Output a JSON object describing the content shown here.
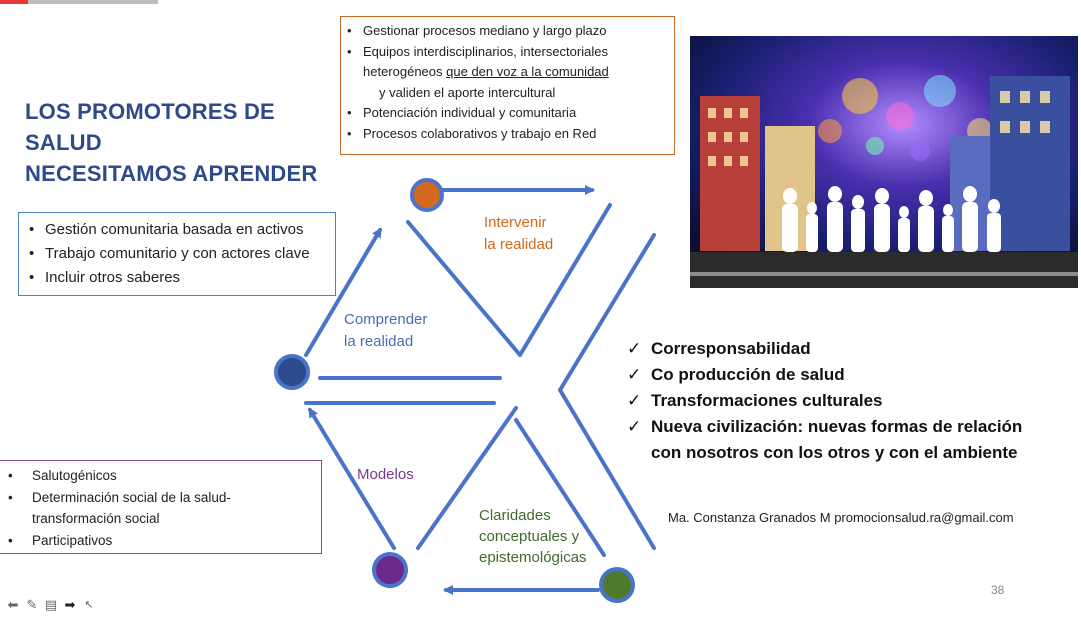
{
  "progress": {
    "fraction": 0.18,
    "colors": {
      "fill": "#e53935",
      "track": "#bdbdbd"
    }
  },
  "title": {
    "line1": "LOS PROMOTORES DE SALUD",
    "line2": "NECESITAMOS APRENDER",
    "color": "#2e4a8b"
  },
  "top_box": {
    "items": [
      "Gestionar procesos mediano y largo plazo",
      "Equipos interdisciplinarios, intersectoriales",
      "heterogéneos",
      "que den voz a la comunidad",
      "y validen el aporte intercultural",
      "Potenciación individual y comunitaria",
      "Procesos colaborativos y trabajo en Red"
    ]
  },
  "left_box": {
    "items": [
      "Gestión comunitaria basada en activos",
      "Trabajo comunitario y con actores clave",
      "Incluir otros saberes"
    ]
  },
  "bottom_box": {
    "items": [
      "Salutogénicos",
      "Determinación social de la salud-",
      "transformación social",
      "Participativos"
    ]
  },
  "cycle": {
    "intervene": {
      "line1": "Intervenir",
      "line2": "la realidad",
      "color": "#d2691e"
    },
    "understand": {
      "line1": "Comprender",
      "line2": "la realidad",
      "color": "#4a6cb3"
    },
    "models": {
      "label": "Modelos",
      "color": "#7a3a8a"
    },
    "clarity": {
      "line1": "Claridades",
      "line2": "conceptuales y",
      "line3": "epistemológicas",
      "color": "#3d6b2a"
    },
    "node_colors": {
      "top": "#d2691e",
      "left": "#2e4a8b",
      "bottom": "#6a2a8a",
      "right": "#4e7a2e"
    },
    "line_color": "#4a74c9"
  },
  "checks": {
    "mark": "✓",
    "items": [
      "Corresponsabilidad",
      "Co producción de salud",
      "Transformaciones culturales",
      "Nueva civilización: nuevas formas de relación",
      "con nosotros con los otros y con el ambiente"
    ]
  },
  "credit": "Ma. Constanza Granados M promocionsalud.ra@gmail.com",
  "slide_number": "38",
  "toolbar": [
    "back-arrow-icon",
    "pen-icon",
    "notes-icon",
    "forward-arrow-icon",
    "cursor-icon"
  ]
}
